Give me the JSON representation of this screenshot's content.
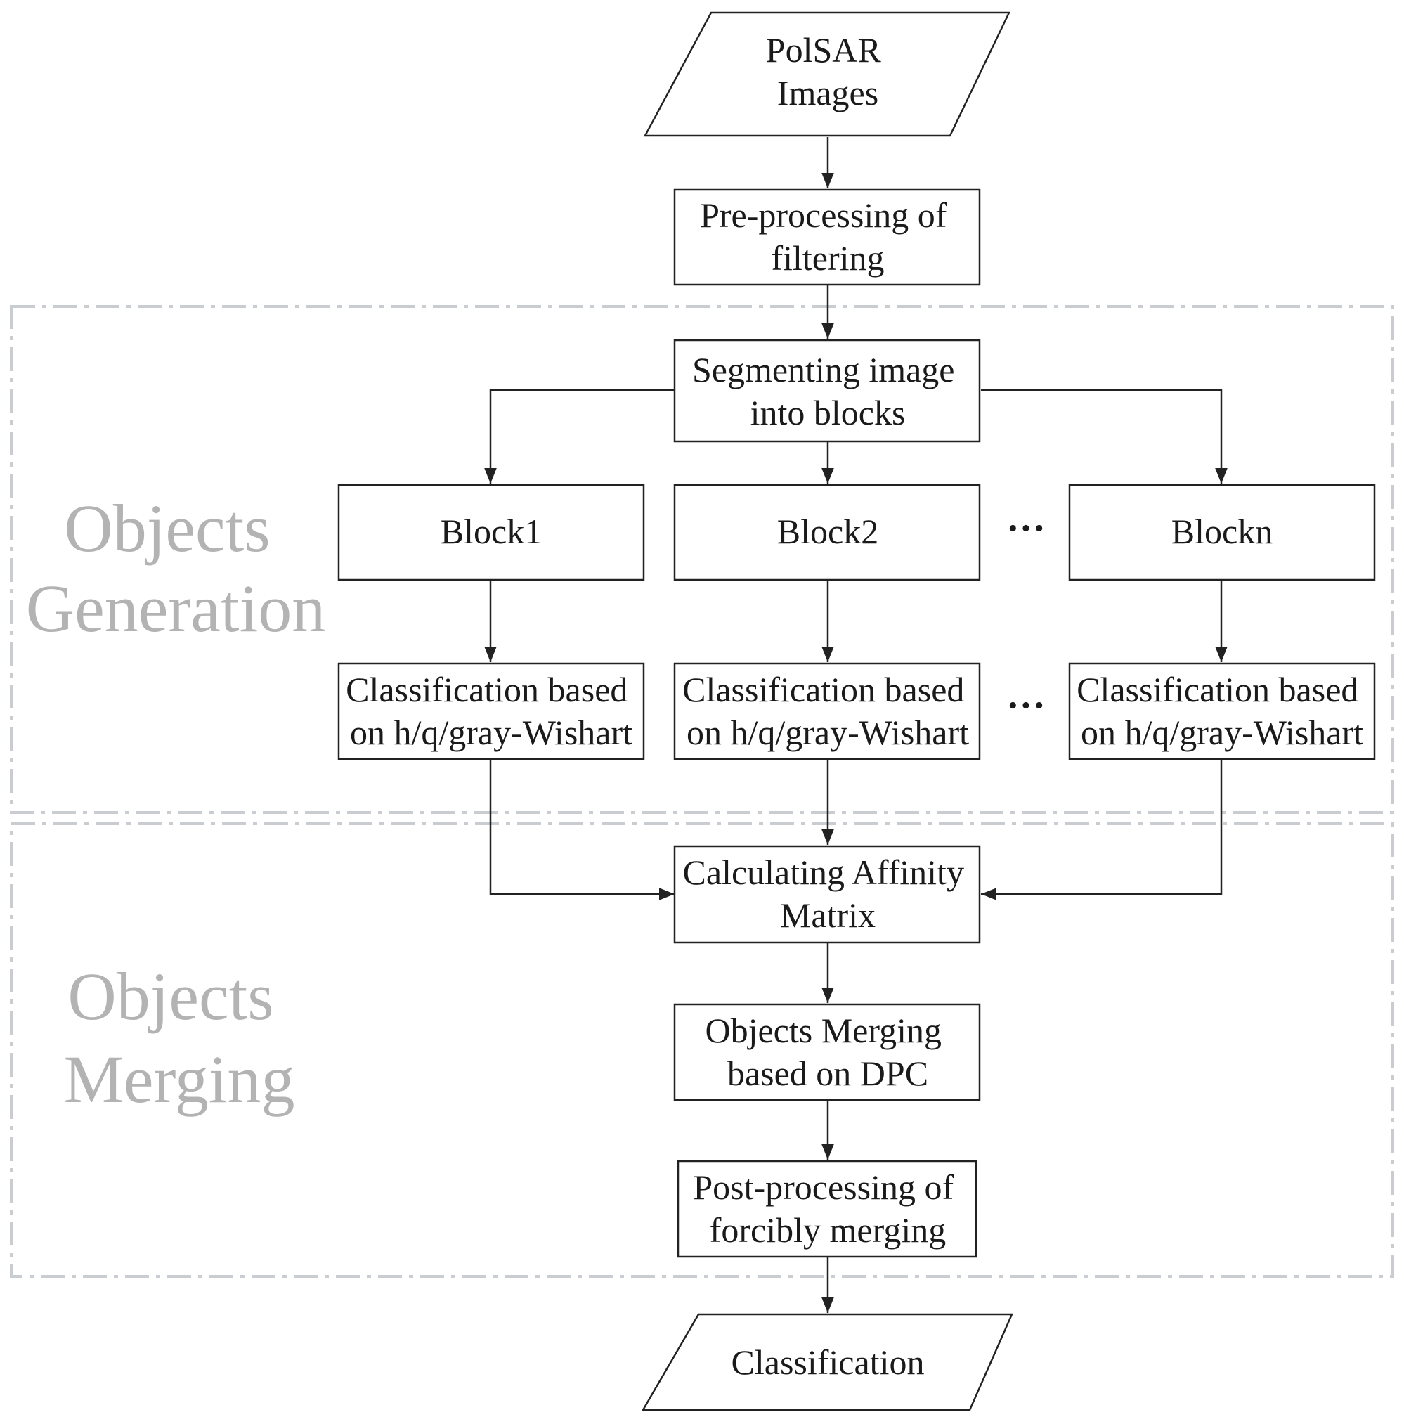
{
  "colors": {
    "stroke": "#222222",
    "text": "#1a1a1a",
    "section_label": "#b3b3b3",
    "region_border": "#c9ccd1"
  },
  "sections": {
    "generation": {
      "line1": "Objects",
      "line2": "Generation"
    },
    "merging": {
      "line1": "Objects",
      "line2": "Merging"
    }
  },
  "nodes": {
    "input": {
      "shape": "parallelogram",
      "line1": "PolSAR",
      "line2": "Images"
    },
    "preprocess": {
      "shape": "rectangle",
      "line1": "Pre-processing of",
      "line2": "filtering"
    },
    "segment": {
      "shape": "rectangle",
      "line1": "Segmenting image",
      "line2": "into blocks"
    },
    "block1": {
      "shape": "rectangle",
      "line1": "Block1"
    },
    "block2": {
      "shape": "rectangle",
      "line1": "Block2"
    },
    "blockn": {
      "shape": "rectangle",
      "line1": "Blockn"
    },
    "class1": {
      "shape": "rectangle",
      "line1": "Classification based",
      "line2": "on h/q/gray-Wishart"
    },
    "class2": {
      "shape": "rectangle",
      "line1": "Classification based",
      "line2": "on h/q/gray-Wishart"
    },
    "classn": {
      "shape": "rectangle",
      "line1": "Classification based",
      "line2": "on h/q/gray-Wishart"
    },
    "affinity": {
      "shape": "rectangle",
      "line1": "Calculating Affinity",
      "line2": "Matrix"
    },
    "merge": {
      "shape": "rectangle",
      "line1": "Objects Merging",
      "line2": "based on DPC"
    },
    "postprocess": {
      "shape": "rectangle",
      "line1": "Post-processing of",
      "line2": "forcibly merging"
    },
    "output": {
      "shape": "parallelogram",
      "line1": "Classification"
    }
  },
  "ellipsis": {
    "blocks": "···",
    "classes": "···"
  },
  "edges": [
    [
      "input",
      "preprocess"
    ],
    [
      "preprocess",
      "segment"
    ],
    [
      "segment",
      "block1"
    ],
    [
      "segment",
      "block2"
    ],
    [
      "segment",
      "blockn"
    ],
    [
      "block1",
      "class1"
    ],
    [
      "block2",
      "class2"
    ],
    [
      "blockn",
      "classn"
    ],
    [
      "class1",
      "affinity"
    ],
    [
      "class2",
      "affinity"
    ],
    [
      "classn",
      "affinity"
    ],
    [
      "affinity",
      "merge"
    ],
    [
      "merge",
      "postprocess"
    ],
    [
      "postprocess",
      "output"
    ]
  ]
}
